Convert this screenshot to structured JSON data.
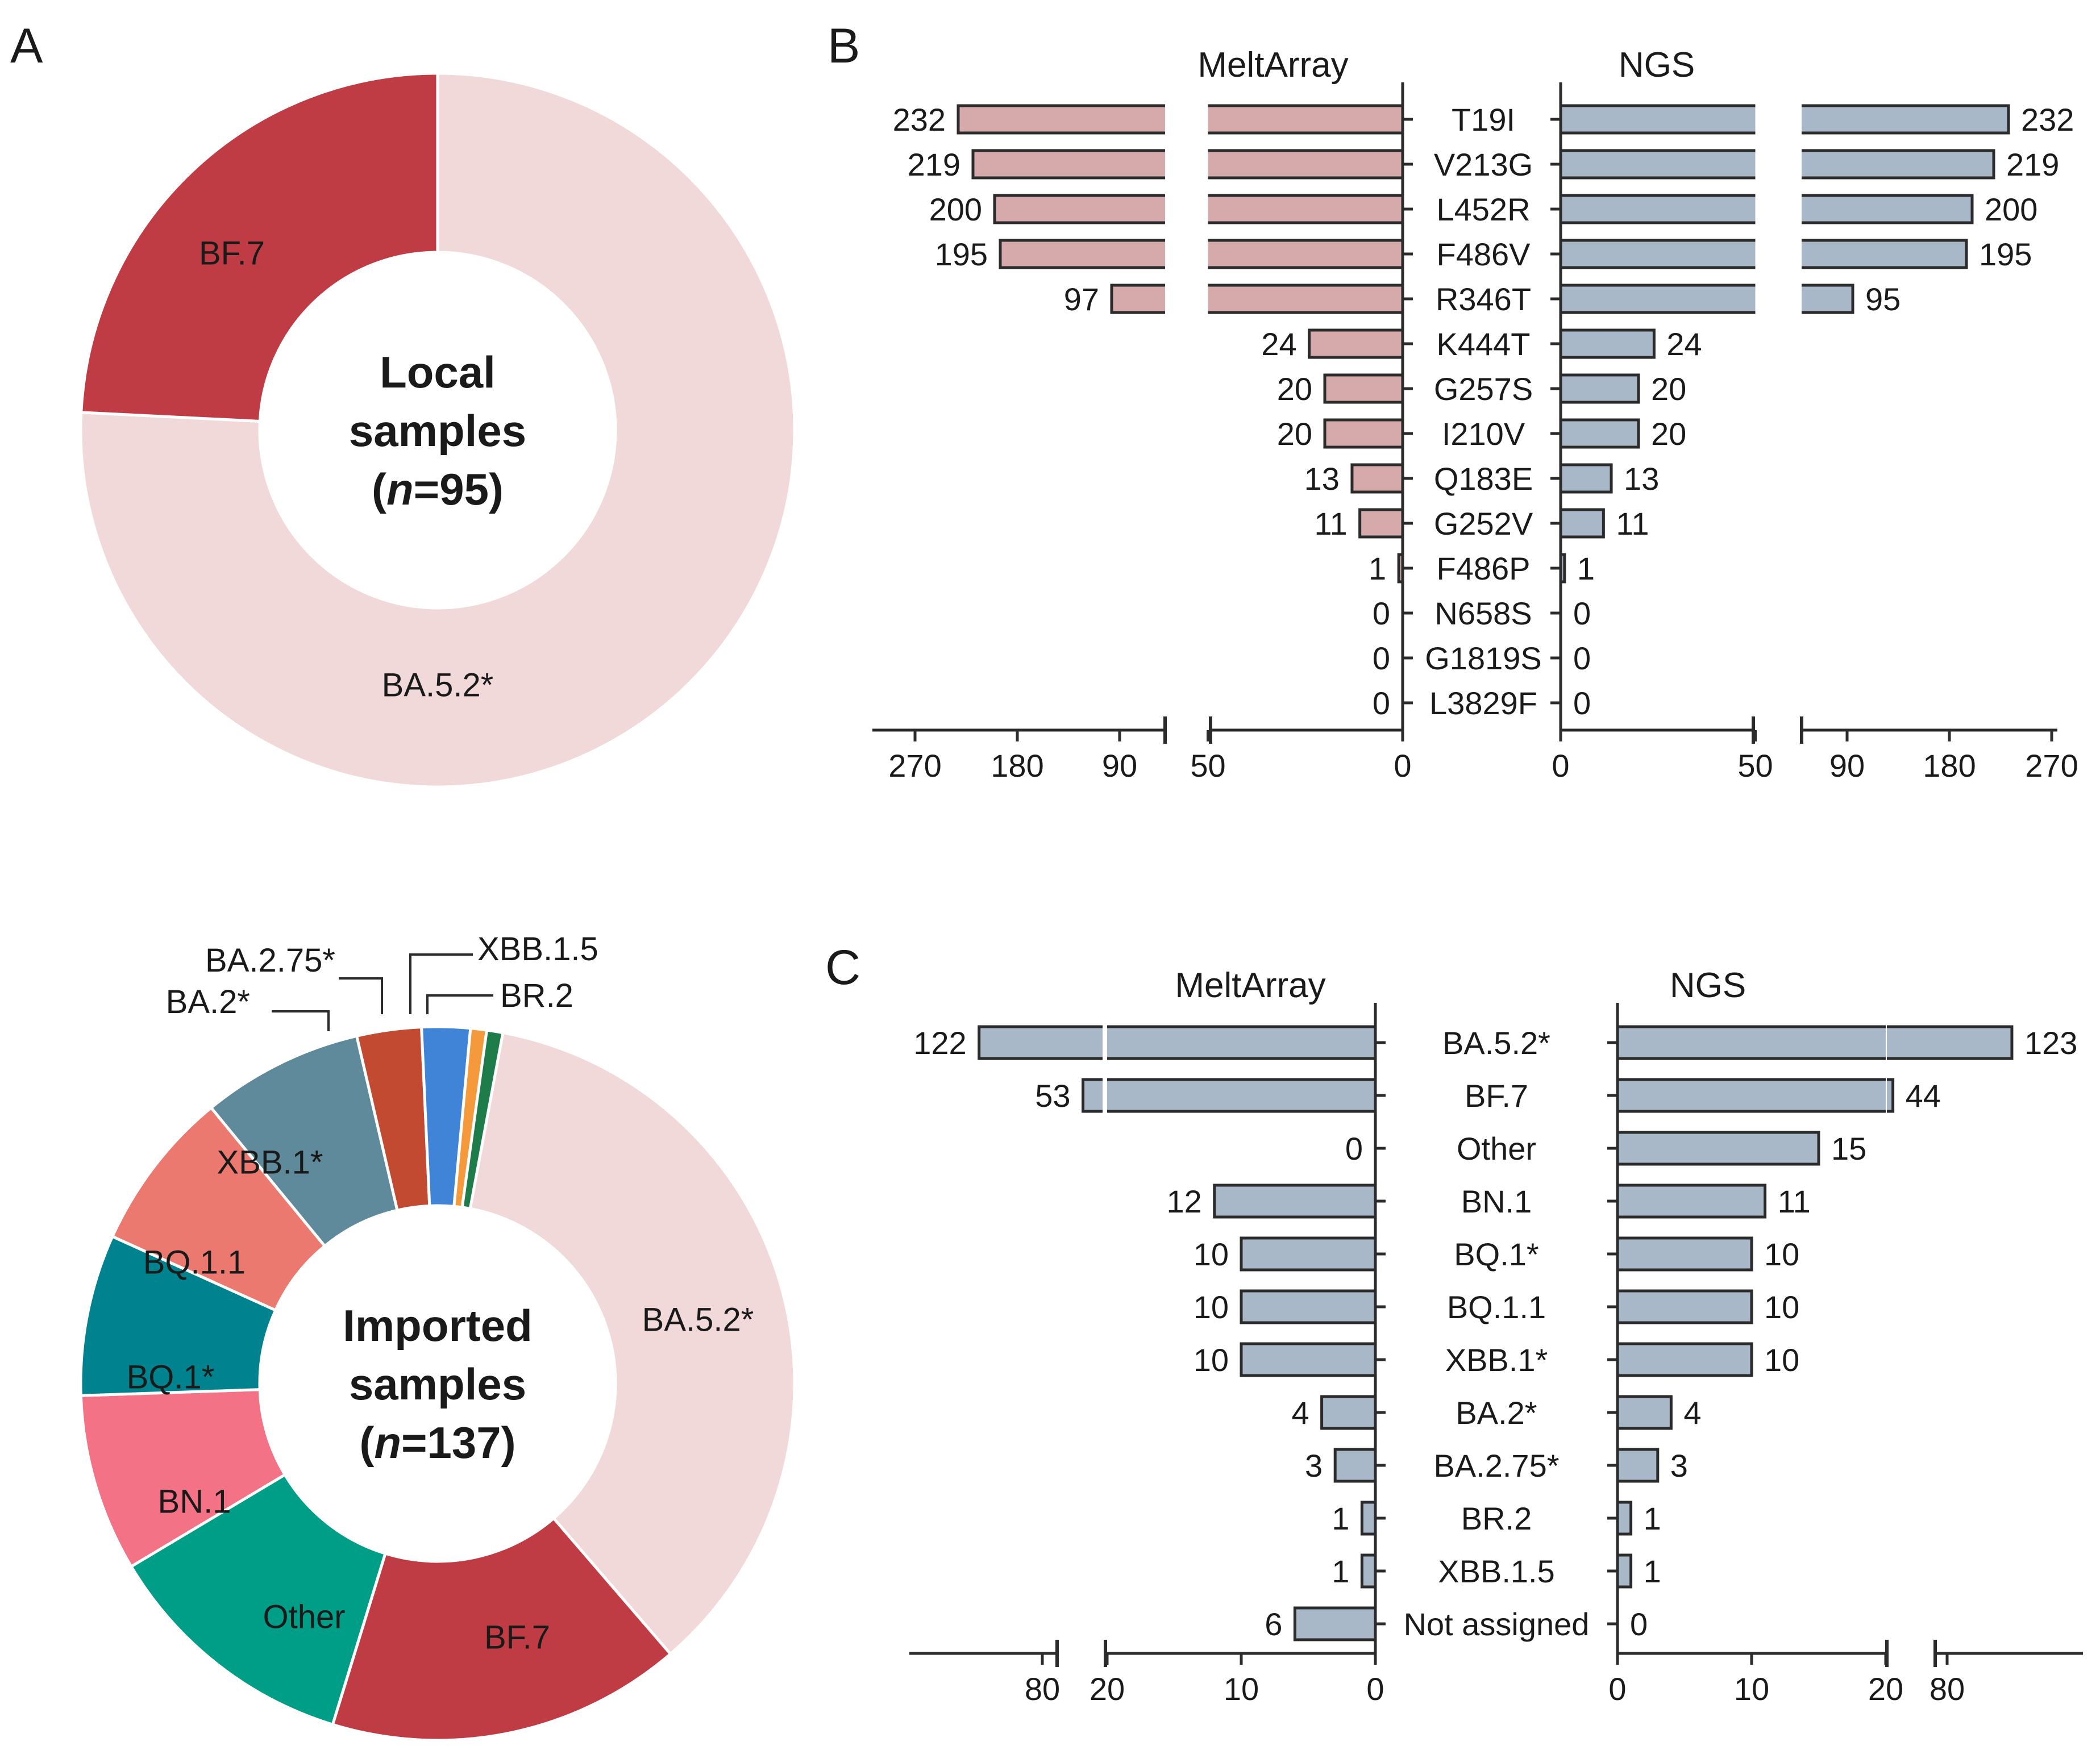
{
  "panels": {
    "A": {
      "letter": "A"
    },
    "B": {
      "letter": "B"
    },
    "C": {
      "letter": "C"
    }
  },
  "chart_data": [
    {
      "id": "A-local",
      "type": "pie",
      "donut": true,
      "center_text": [
        "Local",
        "samples",
        "(n=95)"
      ],
      "slices": [
        {
          "label": "BA.5.2*",
          "fraction": 0.7579,
          "color": "#F2D9D9",
          "show_label": true
        },
        {
          "label": "BF.7",
          "fraction": 0.2421,
          "color": "#C03C44",
          "show_label": true
        }
      ]
    },
    {
      "id": "A-imported",
      "type": "pie",
      "donut": true,
      "center_text": [
        "Imported",
        "samples",
        "(n=137)"
      ],
      "slices": [
        {
          "label": "BA.5.2*",
          "fraction": 0.3869,
          "color": "#F2D9D9",
          "show_label": true
        },
        {
          "label": "BF.7",
          "fraction": 0.1606,
          "color": "#C03C44",
          "show_label": true
        },
        {
          "label": "Other",
          "fraction": 0.1168,
          "color": "#009E87",
          "show_label": true
        },
        {
          "label": "BN.1",
          "fraction": 0.0803,
          "color": "#F37286",
          "show_label": true
        },
        {
          "label": "BQ.1*",
          "fraction": 0.073,
          "color": "#00838F",
          "show_label": true
        },
        {
          "label": "BQ.1.1",
          "fraction": 0.073,
          "color": "#EC7970",
          "show_label": true
        },
        {
          "label": "XBB.1*",
          "fraction": 0.073,
          "color": "#5F8A9B",
          "show_label": true
        },
        {
          "label": "BA.2*",
          "fraction": 0.0292,
          "color": "#C24A30",
          "show_label": false
        },
        {
          "label": "BA.2.75*",
          "fraction": 0.0219,
          "color": "#3F84D6",
          "show_label": false
        },
        {
          "label": "XBB.1.5",
          "fraction": 0.0073,
          "color": "#F59A3C",
          "show_label": false
        },
        {
          "label": "BR.2",
          "fraction": 0.0073,
          "color": "#1E7B4A",
          "show_label": false
        }
      ],
      "callouts": [
        "BA.2.75*",
        "XBB.1.5",
        "BA.2*",
        "BR.2"
      ]
    },
    {
      "id": "B-mutations",
      "type": "bar",
      "orientation": "horizontal-mirrored",
      "left_title": "MeltArray",
      "right_title": "NGS",
      "categories": [
        "T19I",
        "V213G",
        "L452R",
        "F486V",
        "R346T",
        "K444T",
        "G257S",
        "I210V",
        "Q183E",
        "G252V",
        "F486P",
        "N658S",
        "G1819S",
        "L3829F"
      ],
      "series": [
        {
          "name": "MeltArray",
          "values": [
            232,
            219,
            200,
            195,
            97,
            24,
            20,
            20,
            13,
            11,
            1,
            0,
            0,
            0
          ],
          "color": "#D6AAAA"
        },
        {
          "name": "NGS",
          "values": [
            232,
            219,
            200,
            195,
            95,
            24,
            20,
            20,
            13,
            11,
            1,
            0,
            0,
            0
          ],
          "color": "#A9B8C9"
        }
      ],
      "axis_break": {
        "low": [
          0,
          50
        ],
        "high": [
          50,
          300
        ]
      },
      "ticks_low": [
        "0",
        "50"
      ],
      "ticks_high": [
        "90",
        "180",
        "270"
      ]
    },
    {
      "id": "C-lineages",
      "type": "bar",
      "orientation": "horizontal-mirrored",
      "left_title": "MeltArray",
      "right_title": "NGS",
      "categories": [
        "BA.5.2*",
        "BF.7",
        "Other",
        "BN.1",
        "BQ.1*",
        "BQ.1.1",
        "XBB.1*",
        "BA.2*",
        "BA.2.75*",
        "BR.2",
        "XBB.1.5",
        "Not assigned"
      ],
      "series": [
        {
          "name": "MeltArray",
          "values": [
            122,
            53,
            0,
            12,
            10,
            10,
            10,
            4,
            3,
            1,
            1,
            6
          ],
          "color": "#A9B8C9"
        },
        {
          "name": "NGS",
          "values": [
            123,
            44,
            15,
            11,
            10,
            10,
            10,
            4,
            3,
            1,
            1,
            0
          ],
          "color": "#A9B8C9"
        }
      ],
      "axis_break": {
        "low": [
          0,
          20
        ],
        "high": [
          40,
          150
        ]
      },
      "ticks_low": [
        "0",
        "10",
        "20"
      ],
      "ticks_high": [
        "80"
      ]
    }
  ]
}
